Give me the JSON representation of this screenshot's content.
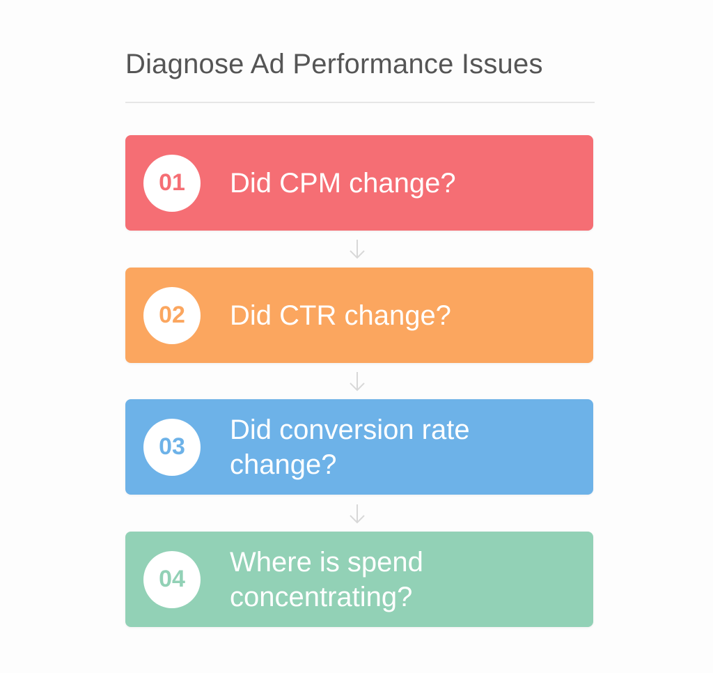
{
  "title": "Diagnose Ad Performance Issues",
  "steps": [
    {
      "number": "01",
      "label": "Did CPM change?",
      "color": "#F56E74"
    },
    {
      "number": "02",
      "label": "Did CTR change?",
      "color": "#FBA65F"
    },
    {
      "number": "03",
      "label": "Did conversion rate change?",
      "color": "#6DB2E8"
    },
    {
      "number": "04",
      "label": "Where is spend concentrating?",
      "color": "#92D1B6"
    }
  ],
  "connectors": [
    "arrow-down",
    "arrow-down",
    "arrow-down"
  ]
}
